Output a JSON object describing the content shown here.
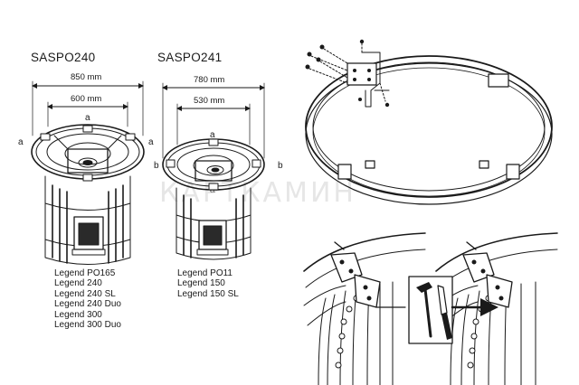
{
  "left_unit": {
    "title": "SASPO240",
    "outer_dim": "850 mm",
    "inner_dim": "600 mm",
    "marker_a": "a",
    "models": [
      "Legend PO165",
      "Legend 240",
      "Legend 240 SL",
      "Legend 240 Duo",
      "Legend 300",
      "Legend 300 Duo"
    ]
  },
  "right_unit": {
    "title": "SASPO241",
    "outer_dim": "780 mm",
    "inner_dim": "530 mm",
    "marker_a": "a",
    "marker_b": "b",
    "models": [
      "Legend PO11",
      "Legend 150",
      "Legend 150 SL"
    ]
  },
  "watermark": "КАРТКАМИН",
  "icons": {
    "tools": [
      "hammer-icon",
      "chisel-icon"
    ],
    "arrow": "arrow-right-icon"
  }
}
